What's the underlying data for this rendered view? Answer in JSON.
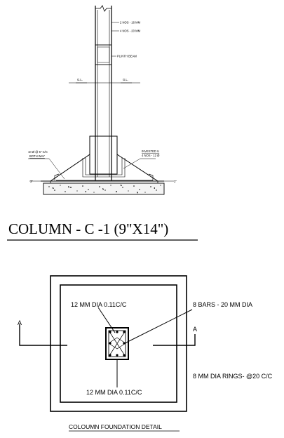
{
  "elevation": {
    "labels": {
      "top_bars": "2 NOS - 16 MM",
      "bottom_bars": "4 NOS - 20 MM",
      "plinth_beam": "PLINTH BEAM",
      "gl_left": "G.L.",
      "gl_right": "G.L.",
      "left_bars_line1": "10 Ø @ 5\" C/C",
      "left_bars_line2": "BOTH WAY",
      "right_bars_line1": "INVESTED U",
      "right_bars_line2": "4 NOS - 12 Ø",
      "dim_left": "3\"",
      "dim_right": "3\""
    }
  },
  "title": "COLUMN - C -1 (9\"X14\")",
  "plan": {
    "labels": {
      "top_bars": "12 MM DIA 0.11C/C",
      "main_bars": "8 BARS - 20 MM DIA",
      "section_left": "A",
      "section_right": "A",
      "rings": "8 MM DIA RINGS- @20 C/C",
      "bottom_bars": "12 MM DIA 0.11C/C"
    },
    "caption": "COLOUMN FOUNDATION DETAIL"
  }
}
